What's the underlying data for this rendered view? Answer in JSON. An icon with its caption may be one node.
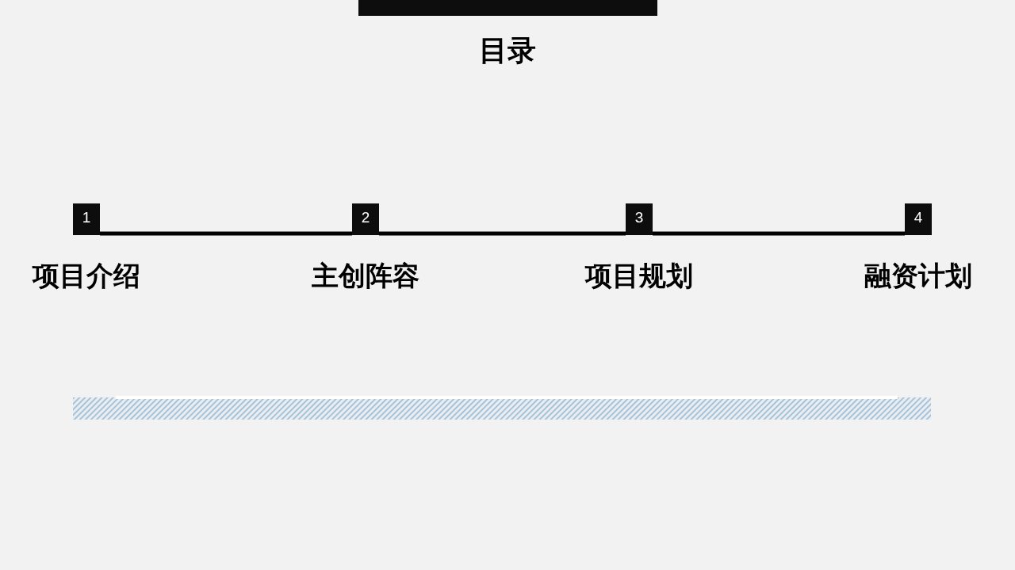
{
  "diagram": {
    "title": "目录",
    "nodes": [
      {
        "text": [
          "1"
        ],
        "beside": [
          "项目介绍"
        ]
      },
      {
        "text": [
          "2"
        ],
        "beside": [
          "主创阵容"
        ]
      },
      {
        "text": [
          "3"
        ],
        "beside": [
          "项目规划"
        ]
      },
      {
        "text": [
          "4"
        ],
        "beside": [
          "融资计划"
        ]
      }
    ],
    "edges": [
      {
        "from": 0,
        "to": 1,
        "arrow": "none"
      },
      {
        "from": 1,
        "to": 2,
        "arrow": "none"
      },
      {
        "from": 2,
        "to": 3,
        "arrow": "none"
      }
    ]
  }
}
